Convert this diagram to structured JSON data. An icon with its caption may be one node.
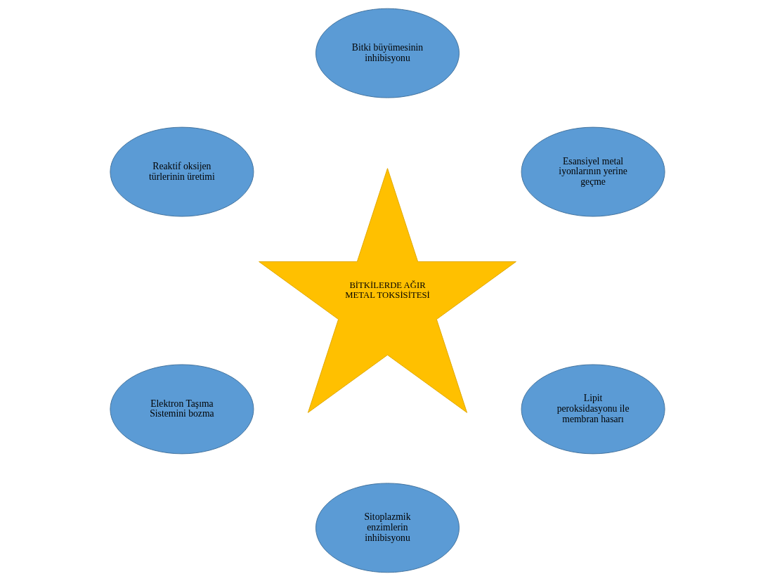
{
  "diagram": {
    "nodes": [
      {
        "text": [
          "Esansiyel metal iyonlarının yerine geçme"
        ]
      },
      {
        "text": [
          "Bitki büyümesinin inhibisyonu"
        ]
      },
      {
        "text": [
          "Reaktif oksijen türlerinin üretimi"
        ]
      },
      {
        "text": [
          "BİTKİLERDE AĞIR METAL TOKSİSİTESİ"
        ]
      },
      {
        "text": [
          "Elektron Taşıma Sistemini bozma"
        ]
      },
      {
        "text": [
          "Sitoplazmik enzimlerin inhibisyonu"
        ]
      },
      {
        "text": [
          "Lipit peroksidasyonu ile membran hasarı"
        ]
      }
    ],
    "edges": []
  }
}
